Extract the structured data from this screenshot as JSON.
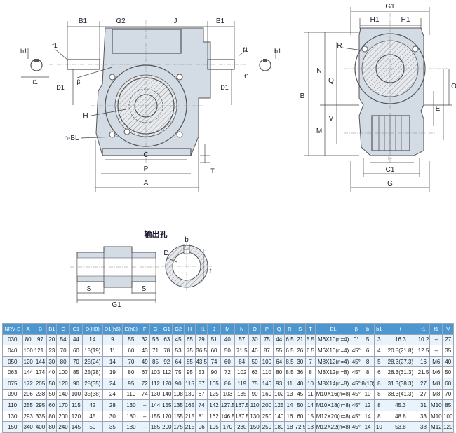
{
  "drawing": {
    "front_labels": {
      "B1_left": "B1",
      "G2": "G2",
      "J": "J",
      "B1_right": "B1",
      "b1_left": "b1",
      "f1_left": "f1",
      "t1_left": "t1",
      "D1_left": "D1",
      "beta": "β",
      "H": "H",
      "nBL": "n-BL",
      "C": "C",
      "P": "P",
      "A": "A",
      "T": "T",
      "f1_right": "f1",
      "t1_right": "t1",
      "D1_right": "D1",
      "b1_right": "b1"
    },
    "side_labels": {
      "G1": "G1",
      "H1_left": "H1",
      "H1_right": "H1",
      "R": "R",
      "B": "B",
      "N": "N",
      "Q": "Q",
      "M": "M",
      "V": "V",
      "O": "O",
      "E": "E",
      "F": "F",
      "C1": "C1",
      "G": "G"
    },
    "bore_labels": {
      "title": "输出孔",
      "D": "D",
      "b": "b",
      "t": "t",
      "S_left": "S",
      "S_right": "S",
      "G1": "G1"
    }
  },
  "table": {
    "headers": [
      "NRV-E",
      "A",
      "B",
      "B1",
      "C",
      "C1",
      "D(H8)",
      "D1(h6)",
      "E(h8)",
      "F",
      "G",
      "G1",
      "G2",
      "H",
      "H1",
      "J",
      "M",
      "N",
      "O",
      "P",
      "Q",
      "R",
      "S",
      "T",
      "BL",
      "β",
      "b",
      "b1",
      "t",
      "t1",
      "f1",
      "V"
    ],
    "rows": [
      [
        "030",
        "80",
        "97",
        "20",
        "54",
        "44",
        "14",
        "9",
        "55",
        "32",
        "56",
        "63",
        "45",
        "65",
        "29",
        "51",
        "40",
        "57",
        "30",
        "75",
        "44",
        "6.5",
        "21",
        "5.5",
        "M6X10(n=4)",
        "0°",
        "5",
        "3",
        "16.3",
        "10.2",
        "–",
        "27"
      ],
      [
        "040",
        "100",
        "121.5",
        "23",
        "70",
        "60",
        "18(19)",
        "11",
        "60",
        "43",
        "71",
        "78",
        "53",
        "75",
        "36.5",
        "60",
        "50",
        "71.5",
        "40",
        "87",
        "55",
        "6.5",
        "26",
        "6.5",
        "M6X10(n=4)",
        "45°",
        "6",
        "4",
        "20.8(21.8)",
        "12.5",
        "–",
        "35"
      ],
      [
        "050",
        "120",
        "144",
        "30",
        "80",
        "70",
        "25(24)",
        "14",
        "70",
        "49",
        "85",
        "92",
        "64",
        "85",
        "43.5",
        "74",
        "60",
        "84",
        "50",
        "100",
        "64",
        "8.5",
        "30",
        "7",
        "M8X12(n=4)",
        "45°",
        "8",
        "5",
        "28.3(27.3)",
        "16",
        "M6",
        "40"
      ],
      [
        "063",
        "144",
        "174",
        "40",
        "100",
        "85",
        "25(28)",
        "19",
        "80",
        "67",
        "103",
        "112",
        "75",
        "95",
        "53",
        "90",
        "72",
        "102",
        "63",
        "110",
        "80",
        "8.5",
        "36",
        "8",
        "M8X12(n=8)",
        "45°",
        "8",
        "6",
        "28.3(31.3)",
        "21.5",
        "M6",
        "50"
      ],
      [
        "075",
        "172",
        "205",
        "50",
        "120",
        "90",
        "28(35)",
        "24",
        "95",
        "72",
        "112",
        "120",
        "90",
        "115",
        "57",
        "105",
        "86",
        "119",
        "75",
        "140",
        "93",
        "11",
        "40",
        "10",
        "M8X14(n=8)",
        "45°",
        "8(10)",
        "8",
        "31.3(38.3)",
        "27",
        "M8",
        "60"
      ],
      [
        "090",
        "206",
        "238",
        "50",
        "140",
        "100",
        "35(38)",
        "24",
        "110",
        "74",
        "130",
        "140",
        "108",
        "130",
        "67",
        "125",
        "103",
        "135",
        "90",
        "160",
        "102",
        "13",
        "45",
        "11",
        "M10X16(n=8)",
        "45°",
        "10",
        "8",
        "38.3(41.3)",
        "27",
        "M8",
        "70"
      ],
      [
        "110",
        "255",
        "295",
        "60",
        "170",
        "115",
        "42",
        "28",
        "130",
        "–",
        "144",
        "155",
        "135",
        "165",
        "74",
        "142",
        "127.5",
        "167.5",
        "110",
        "200",
        "125",
        "14",
        "50",
        "14",
        "M10X18(n=8)",
        "45°",
        "12",
        "8",
        "45.3",
        "31",
        "M10",
        "85"
      ],
      [
        "130",
        "293",
        "335",
        "80",
        "200",
        "120",
        "45",
        "30",
        "180",
        "–",
        "155",
        "170",
        "155",
        "215",
        "81",
        "162",
        "146.5",
        "187.5",
        "130",
        "250",
        "140",
        "16",
        "60",
        "15",
        "M12X20(n=8)",
        "45°",
        "14",
        "8",
        "48.8",
        "33",
        "M10",
        "100"
      ],
      [
        "150",
        "340",
        "400",
        "80",
        "240",
        "145",
        "50",
        "35",
        "180",
        "–",
        "185",
        "200",
        "175",
        "215",
        "96",
        "195",
        "170",
        "230",
        "150",
        "250",
        "180",
        "18",
        "72.5",
        "18",
        "M12X22(n=8)",
        "45°",
        "14",
        "10",
        "53.8",
        "38",
        "M12",
        "120"
      ]
    ]
  }
}
